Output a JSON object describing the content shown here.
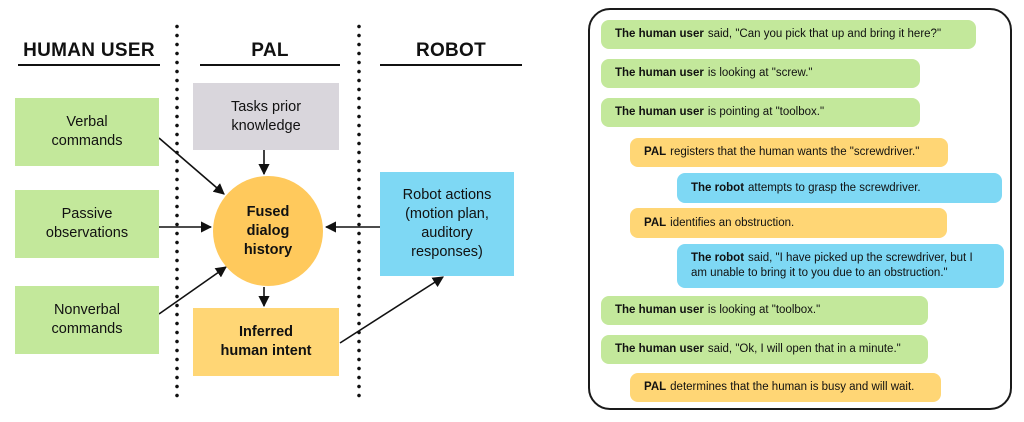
{
  "columns": {
    "human_user": "HUMAN USER",
    "pal": "PAL",
    "robot": "ROBOT"
  },
  "boxes": {
    "verbal": "Verbal\ncommands",
    "passive": "Passive\nobservations",
    "nonverbal": "Nonverbal\ncommands",
    "tasks": "Tasks prior\nknowledge",
    "fused": "Fused\ndialog\nhistory",
    "inferred": "Inferred\nhuman intent",
    "robot_actions": "Robot actions\n(motion plan,\nauditory\nresponses)"
  },
  "colors": {
    "green": "#c3e89b",
    "gray": "#d9d6dc",
    "orange": "#ffd675",
    "circle": "#ffc95c",
    "blue": "#7ed8f4"
  },
  "dialog": [
    {
      "speaker": "human",
      "subject": "The human user",
      "text": "said, \"Can you pick that up and bring it here?\""
    },
    {
      "speaker": "human",
      "subject": "The human user",
      "text": "is looking at \"screw.\""
    },
    {
      "speaker": "human",
      "subject": "The human user",
      "text": "is pointing at \"toolbox.\""
    },
    {
      "speaker": "pal",
      "subject": "PAL",
      "text": "registers that the human wants the \"screwdriver.\""
    },
    {
      "speaker": "robot",
      "subject": "The robot",
      "text": "attempts to grasp the screwdriver."
    },
    {
      "speaker": "pal",
      "subject": "PAL",
      "text": "identifies an obstruction."
    },
    {
      "speaker": "robot",
      "subject": "The robot",
      "text": "said, \"I have picked up the screwdriver, but I\nam unable to bring it to you due to an obstruction.\""
    },
    {
      "speaker": "human",
      "subject": "The human user",
      "text": "is looking at \"toolbox.\""
    },
    {
      "speaker": "human",
      "subject": "The human user",
      "text": "said, \"Ok, I will open that in a minute.\""
    },
    {
      "speaker": "pal",
      "subject": "PAL",
      "text": "determines that the human is busy and will wait."
    }
  ]
}
